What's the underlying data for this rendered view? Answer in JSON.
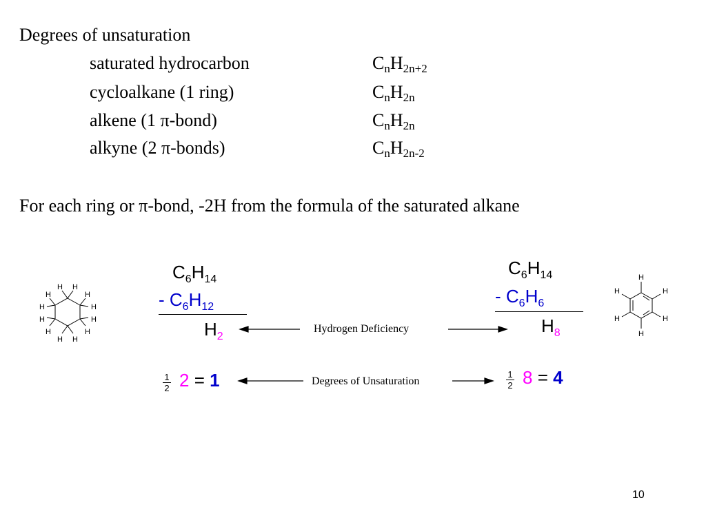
{
  "heading": "Degrees of unsaturation",
  "rows": [
    {
      "name": "saturated hydrocarbon",
      "c": "C",
      "c_sub": "n",
      "h": "H",
      "h_sub": "2n+2"
    },
    {
      "name": "cycloalkane (1 ring)",
      "c": "C",
      "c_sub": "n",
      "h": "H",
      "h_sub": "2n"
    },
    {
      "name": "alkene (1 π-bond)",
      "c": "C",
      "c_sub": "n",
      "h": "H",
      "h_sub": "2n"
    },
    {
      "name": "alkyne (2 π-bonds)",
      "c": "C",
      "c_sub": "n",
      "h": "H",
      "h_sub": "2n-2"
    }
  ],
  "rule_text": "For each ring or π-bond, -2H from the formula of the saturated alkane",
  "left_calc": {
    "top_c": "C",
    "top_c_sub": "6",
    "top_h": "H",
    "top_h_sub": "14",
    "minus": "- C",
    "minus_c_sub": "6",
    "minus_h": "H",
    "minus_h_sub": "12",
    "result_h": "H",
    "result_sub": "2",
    "half_num": "1",
    "half_den": "2",
    "half_val": "2",
    "equals": "=",
    "dou": "1"
  },
  "right_calc": {
    "top_c": "C",
    "top_c_sub": "6",
    "top_h": "H",
    "top_h_sub": "14",
    "minus": "- C",
    "minus_c_sub": "6",
    "minus_h": "H",
    "minus_h_sub": "6",
    "result_h": "H",
    "result_sub": "8",
    "half_num": "1",
    "half_den": "2",
    "half_val": "8",
    "equals": "=",
    "dou": "4"
  },
  "labels": {
    "hydrogen_deficiency": "Hydrogen Deficiency",
    "degrees_of_unsaturation": "Degrees of Unsaturation"
  },
  "atom_label": "H",
  "page_number": "10",
  "colors": {
    "magenta": "#ff00ff",
    "blue": "#0000cc"
  }
}
